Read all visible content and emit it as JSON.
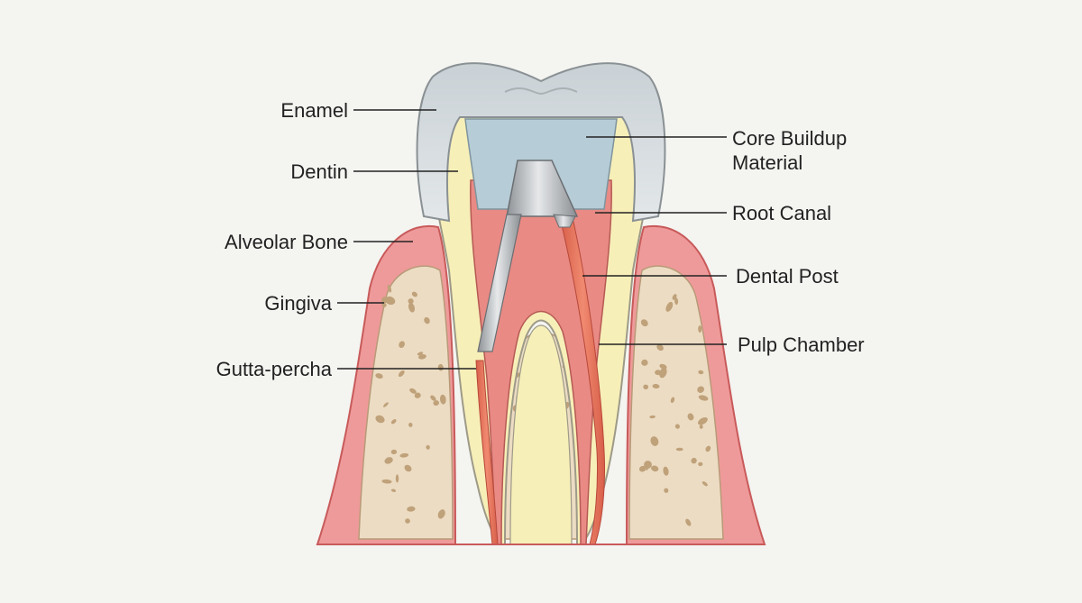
{
  "labels": {
    "enamel": "Enamel",
    "dentin": "Dentin",
    "alveolar_bone": "Alveolar Bone",
    "gingiva": "Gingiva",
    "gutta_percha": "Gutta-percha",
    "core_buildup": "Core Buildup",
    "core_buildup_line2": "Material",
    "root_canal": "Root Canal",
    "dental_post": "Dental Post",
    "pulp_chamber": "Pulp Chamber"
  },
  "colors": {
    "background": "#f4f4f1",
    "gingiva": "#ef9a9a",
    "gingiva_edge": "#c85a5a",
    "bone": "#ecdcc3",
    "bone_trabeculae": "#bfa17a",
    "dentin": "#f7efb8",
    "enamel": "#d6dde1",
    "core_material": "#b6ccd6",
    "pulp": "#e98a84",
    "gutta_percha": "#e8745a",
    "post_metal": "#a9adb1"
  }
}
